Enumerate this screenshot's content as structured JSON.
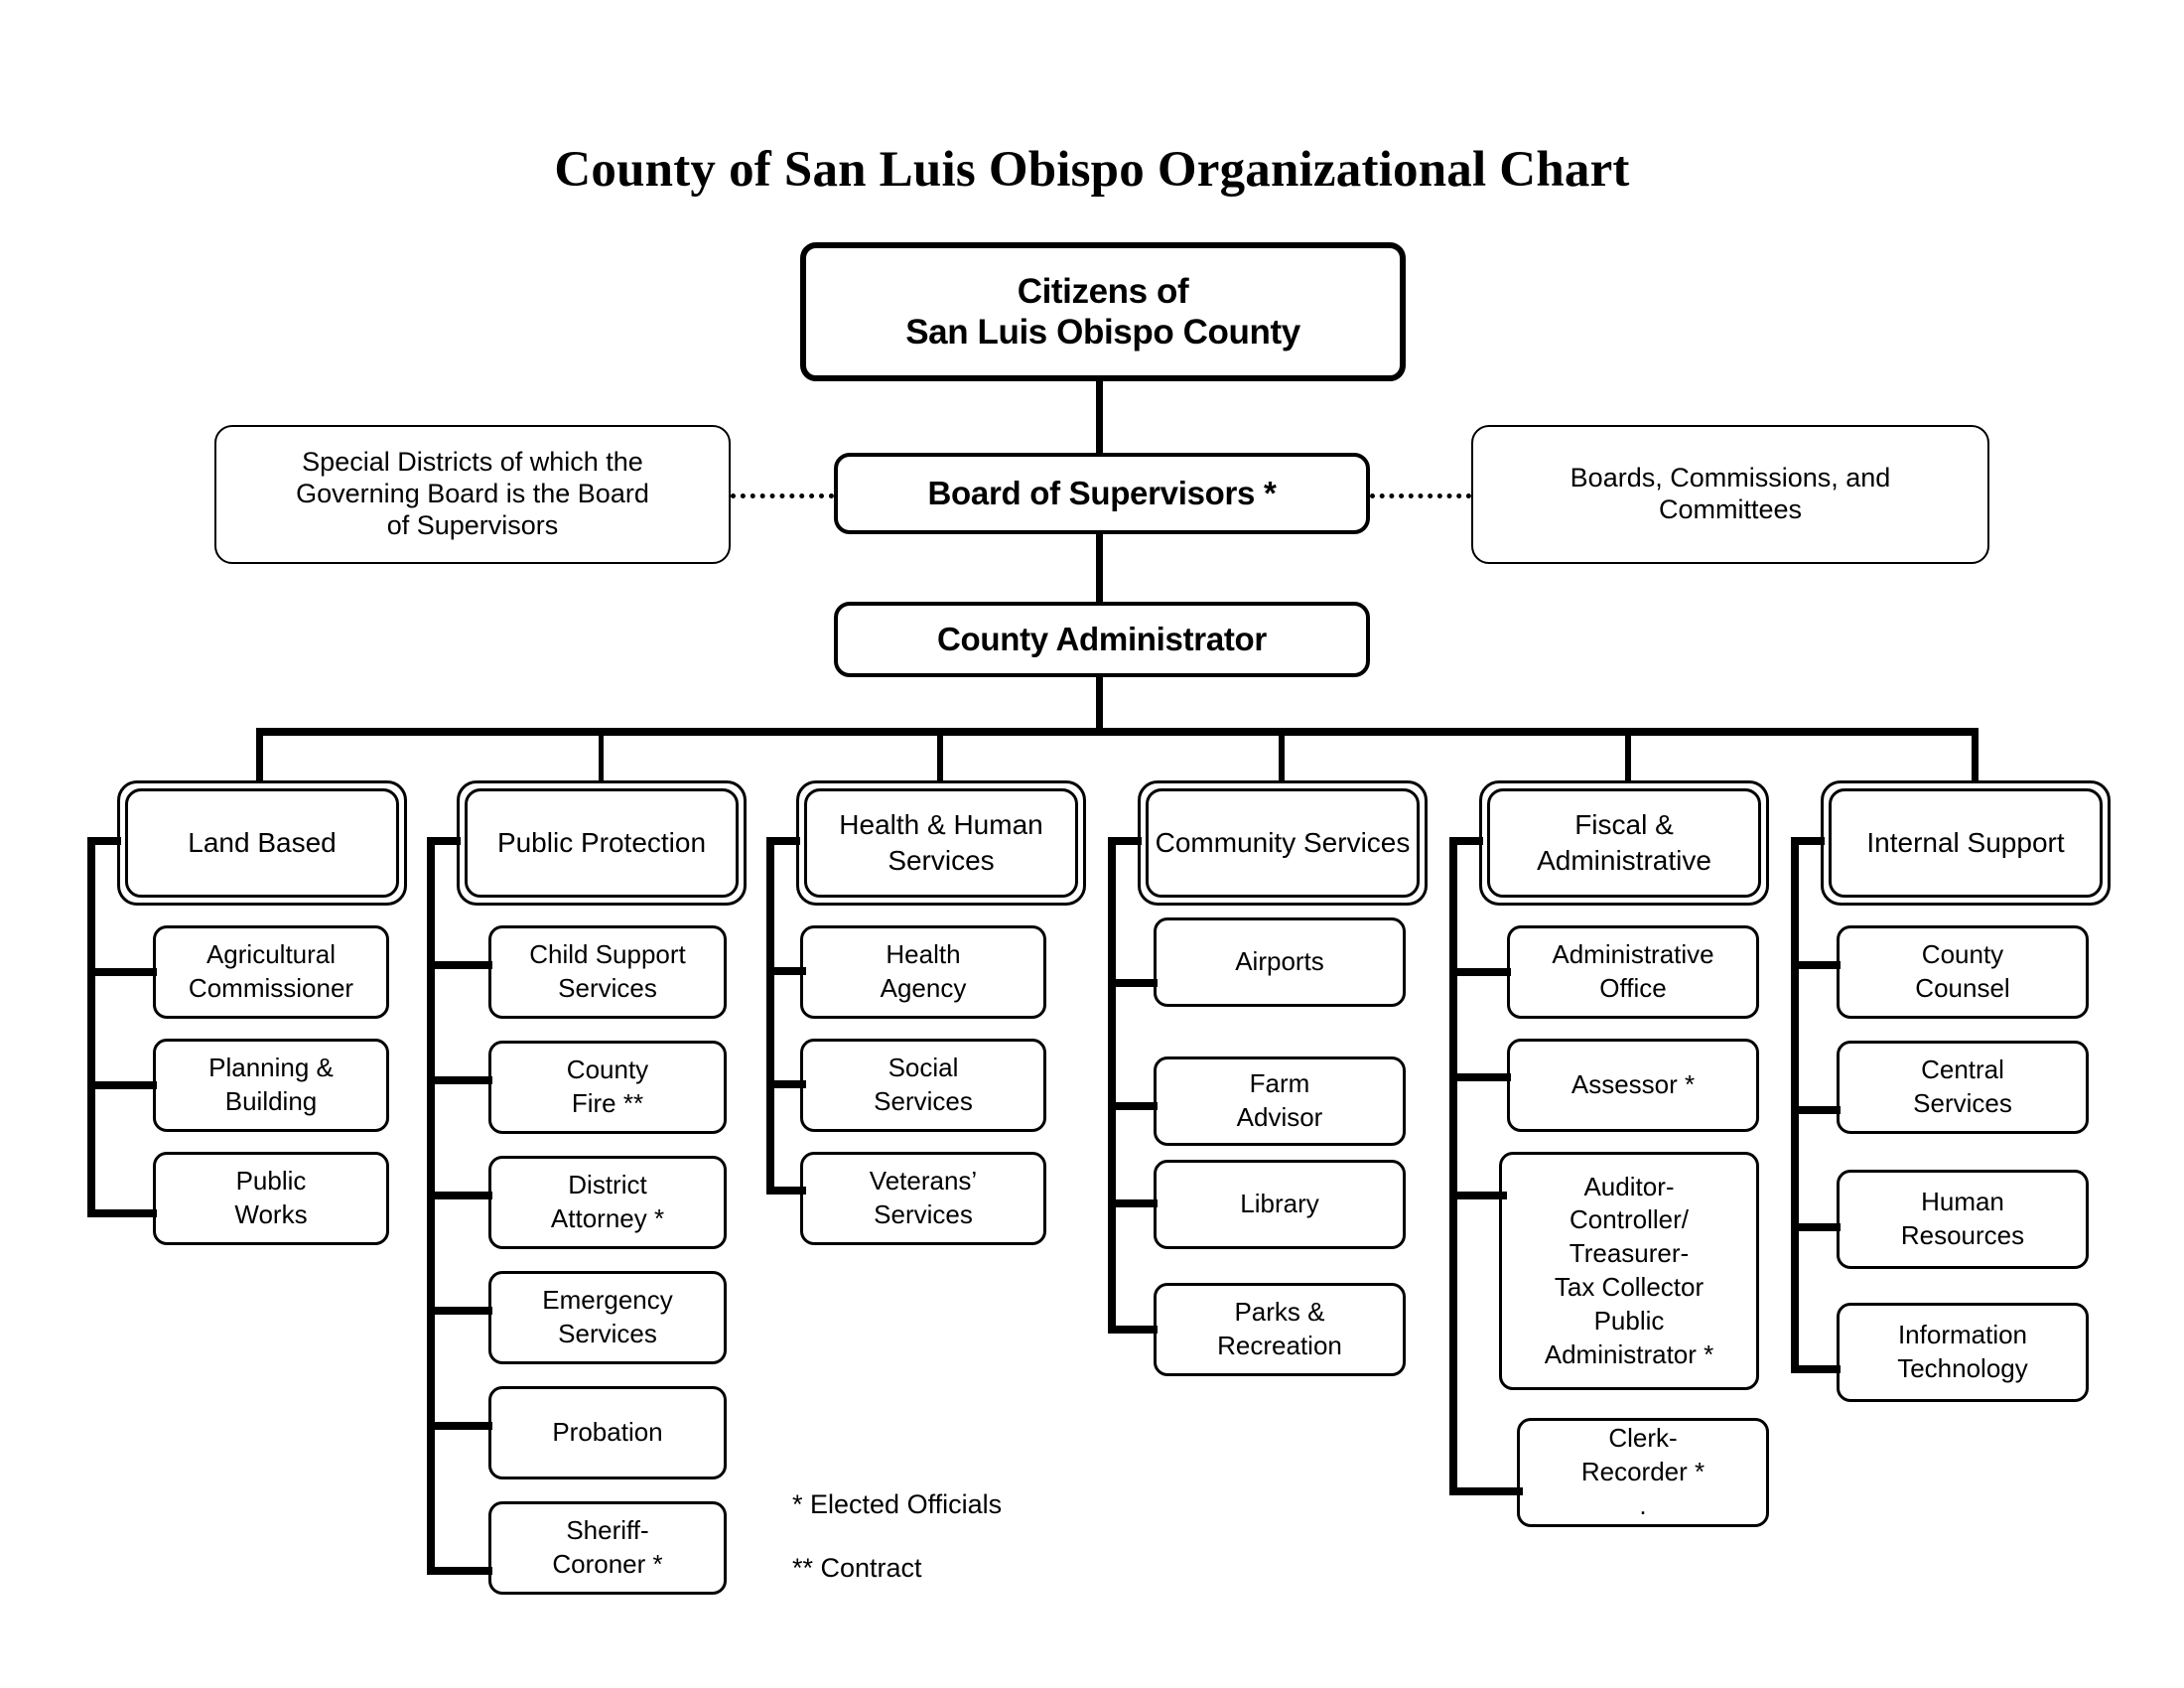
{
  "chart_data": {
    "type": "diagram",
    "title": "County of San Luis Obispo Organizational Chart",
    "root": "Citizens of\nSan Luis Obispo County",
    "levels": [
      {
        "label": "Citizens of\nSan Luis Obispo County"
      },
      {
        "label": "Board of Supervisors *"
      },
      {
        "label": "County Administrator"
      }
    ],
    "lateral": [
      "Special Districts of which the Governing Board is the Board of Supervisors",
      "Boards, Commissions, and Committees"
    ],
    "divisions": [
      {
        "name": "Land Based",
        "children": [
          "Agricultural Commissioner",
          "Planning & Building",
          "Public Works"
        ]
      },
      {
        "name": "Public Protection",
        "children": [
          "Child Support Services",
          "County Fire **",
          "District Attorney *",
          "Emergency Services",
          "Probation",
          "Sheriff-Coroner *"
        ]
      },
      {
        "name": "Health & Human Services",
        "children": [
          "Health Agency",
          "Social Services",
          "Veterans’ Services"
        ]
      },
      {
        "name": "Community Services",
        "children": [
          "Airports",
          "Farm Advisor",
          "Library",
          "Parks & Recreation"
        ]
      },
      {
        "name": "Fiscal & Administrative",
        "children": [
          "Administrative Office",
          "Assessor *",
          "Auditor-Controller/ Treasurer-Tax Collector Public Administrator *",
          "Clerk-Recorder *"
        ]
      },
      {
        "name": "Internal Support",
        "children": [
          "County Counsel",
          "Central Services",
          "Human Resources",
          "Information Technology"
        ]
      }
    ],
    "legend": [
      "* Elected Officials",
      "** Contract"
    ]
  },
  "title": "County of San Luis Obispo Organizational Chart",
  "top": {
    "citizens": "Citizens of\nSan Luis Obispo County",
    "board_of_supervisors": "Board of Supervisors *",
    "county_administrator": "County Administrator"
  },
  "lateral": {
    "special_districts": "Special Districts of which the\nGoverning Board is the Board\nof Supervisors",
    "boards_commissions": "Boards, Commissions, and\nCommittees"
  },
  "divisions": {
    "land_based": {
      "header": "Land\nBased",
      "items": [
        "Agricultural\nCommissioner",
        "Planning &\nBuilding",
        "Public\nWorks"
      ]
    },
    "public_protection": {
      "header": "Public\nProtection",
      "items": [
        "Child Support\nServices",
        "County\nFire **",
        "District\nAttorney *",
        "Emergency\nServices",
        "Probation",
        "Sheriff-\nCoroner *"
      ]
    },
    "health_human_services": {
      "header": "Health &\nHuman Services",
      "items": [
        "Health\nAgency",
        "Social\nServices",
        "Veterans’\nServices"
      ]
    },
    "community_services": {
      "header": "Community\nServices",
      "items": [
        "Airports",
        "Farm\nAdvisor",
        "Library",
        "Parks &\nRecreation"
      ]
    },
    "fiscal_administrative": {
      "header": "Fiscal &\nAdministrative",
      "items": [
        "Administrative\nOffice",
        "Assessor *",
        "Auditor-\nController/\nTreasurer-\nTax Collector\nPublic\nAdministrator *",
        "Clerk-\nRecorder *\n."
      ]
    },
    "internal_support": {
      "header": "Internal\nSupport",
      "items": [
        "County\nCounsel",
        "Central\nServices",
        "Human\nResources",
        "Information\nTechnology"
      ]
    }
  },
  "legend": {
    "elected": "* Elected Officials",
    "contract": "** Contract"
  },
  "colors": {
    "ink": "#000000",
    "paper": "#ffffff"
  }
}
